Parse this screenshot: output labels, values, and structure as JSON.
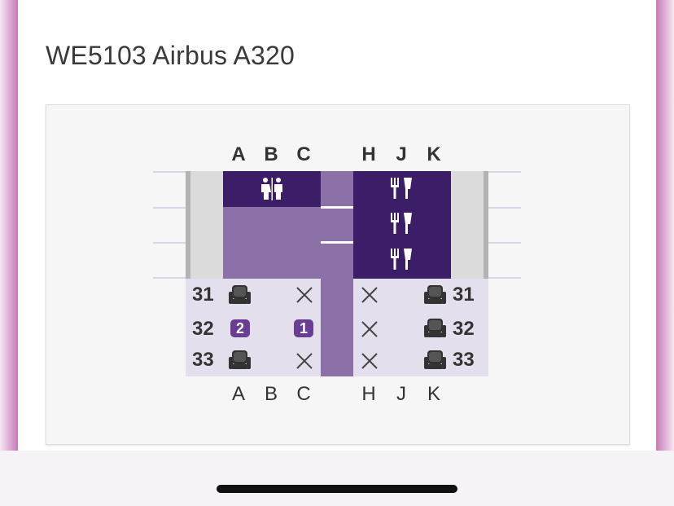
{
  "flight": {
    "title": "WE5103 Airbus A320"
  },
  "seatmap": {
    "columns_left": [
      "A",
      "B",
      "C"
    ],
    "columns_right": [
      "H",
      "J",
      "K"
    ],
    "rows": [
      "31",
      "32",
      "33"
    ],
    "selected_badges": {
      "row32_A": "2",
      "row32_C": "1"
    },
    "icons": {
      "lavatory": "lavatory-icon",
      "galley": "galley-cutlery-icon",
      "seat": "seat-icon",
      "unavailable": "unavailable-x-icon"
    }
  },
  "colors": {
    "dark_purple": "#3b1d68",
    "zone_purple": "#8c71a8",
    "cabin_lilac": "#e4dfec",
    "badge_purple": "#6a3d95"
  }
}
